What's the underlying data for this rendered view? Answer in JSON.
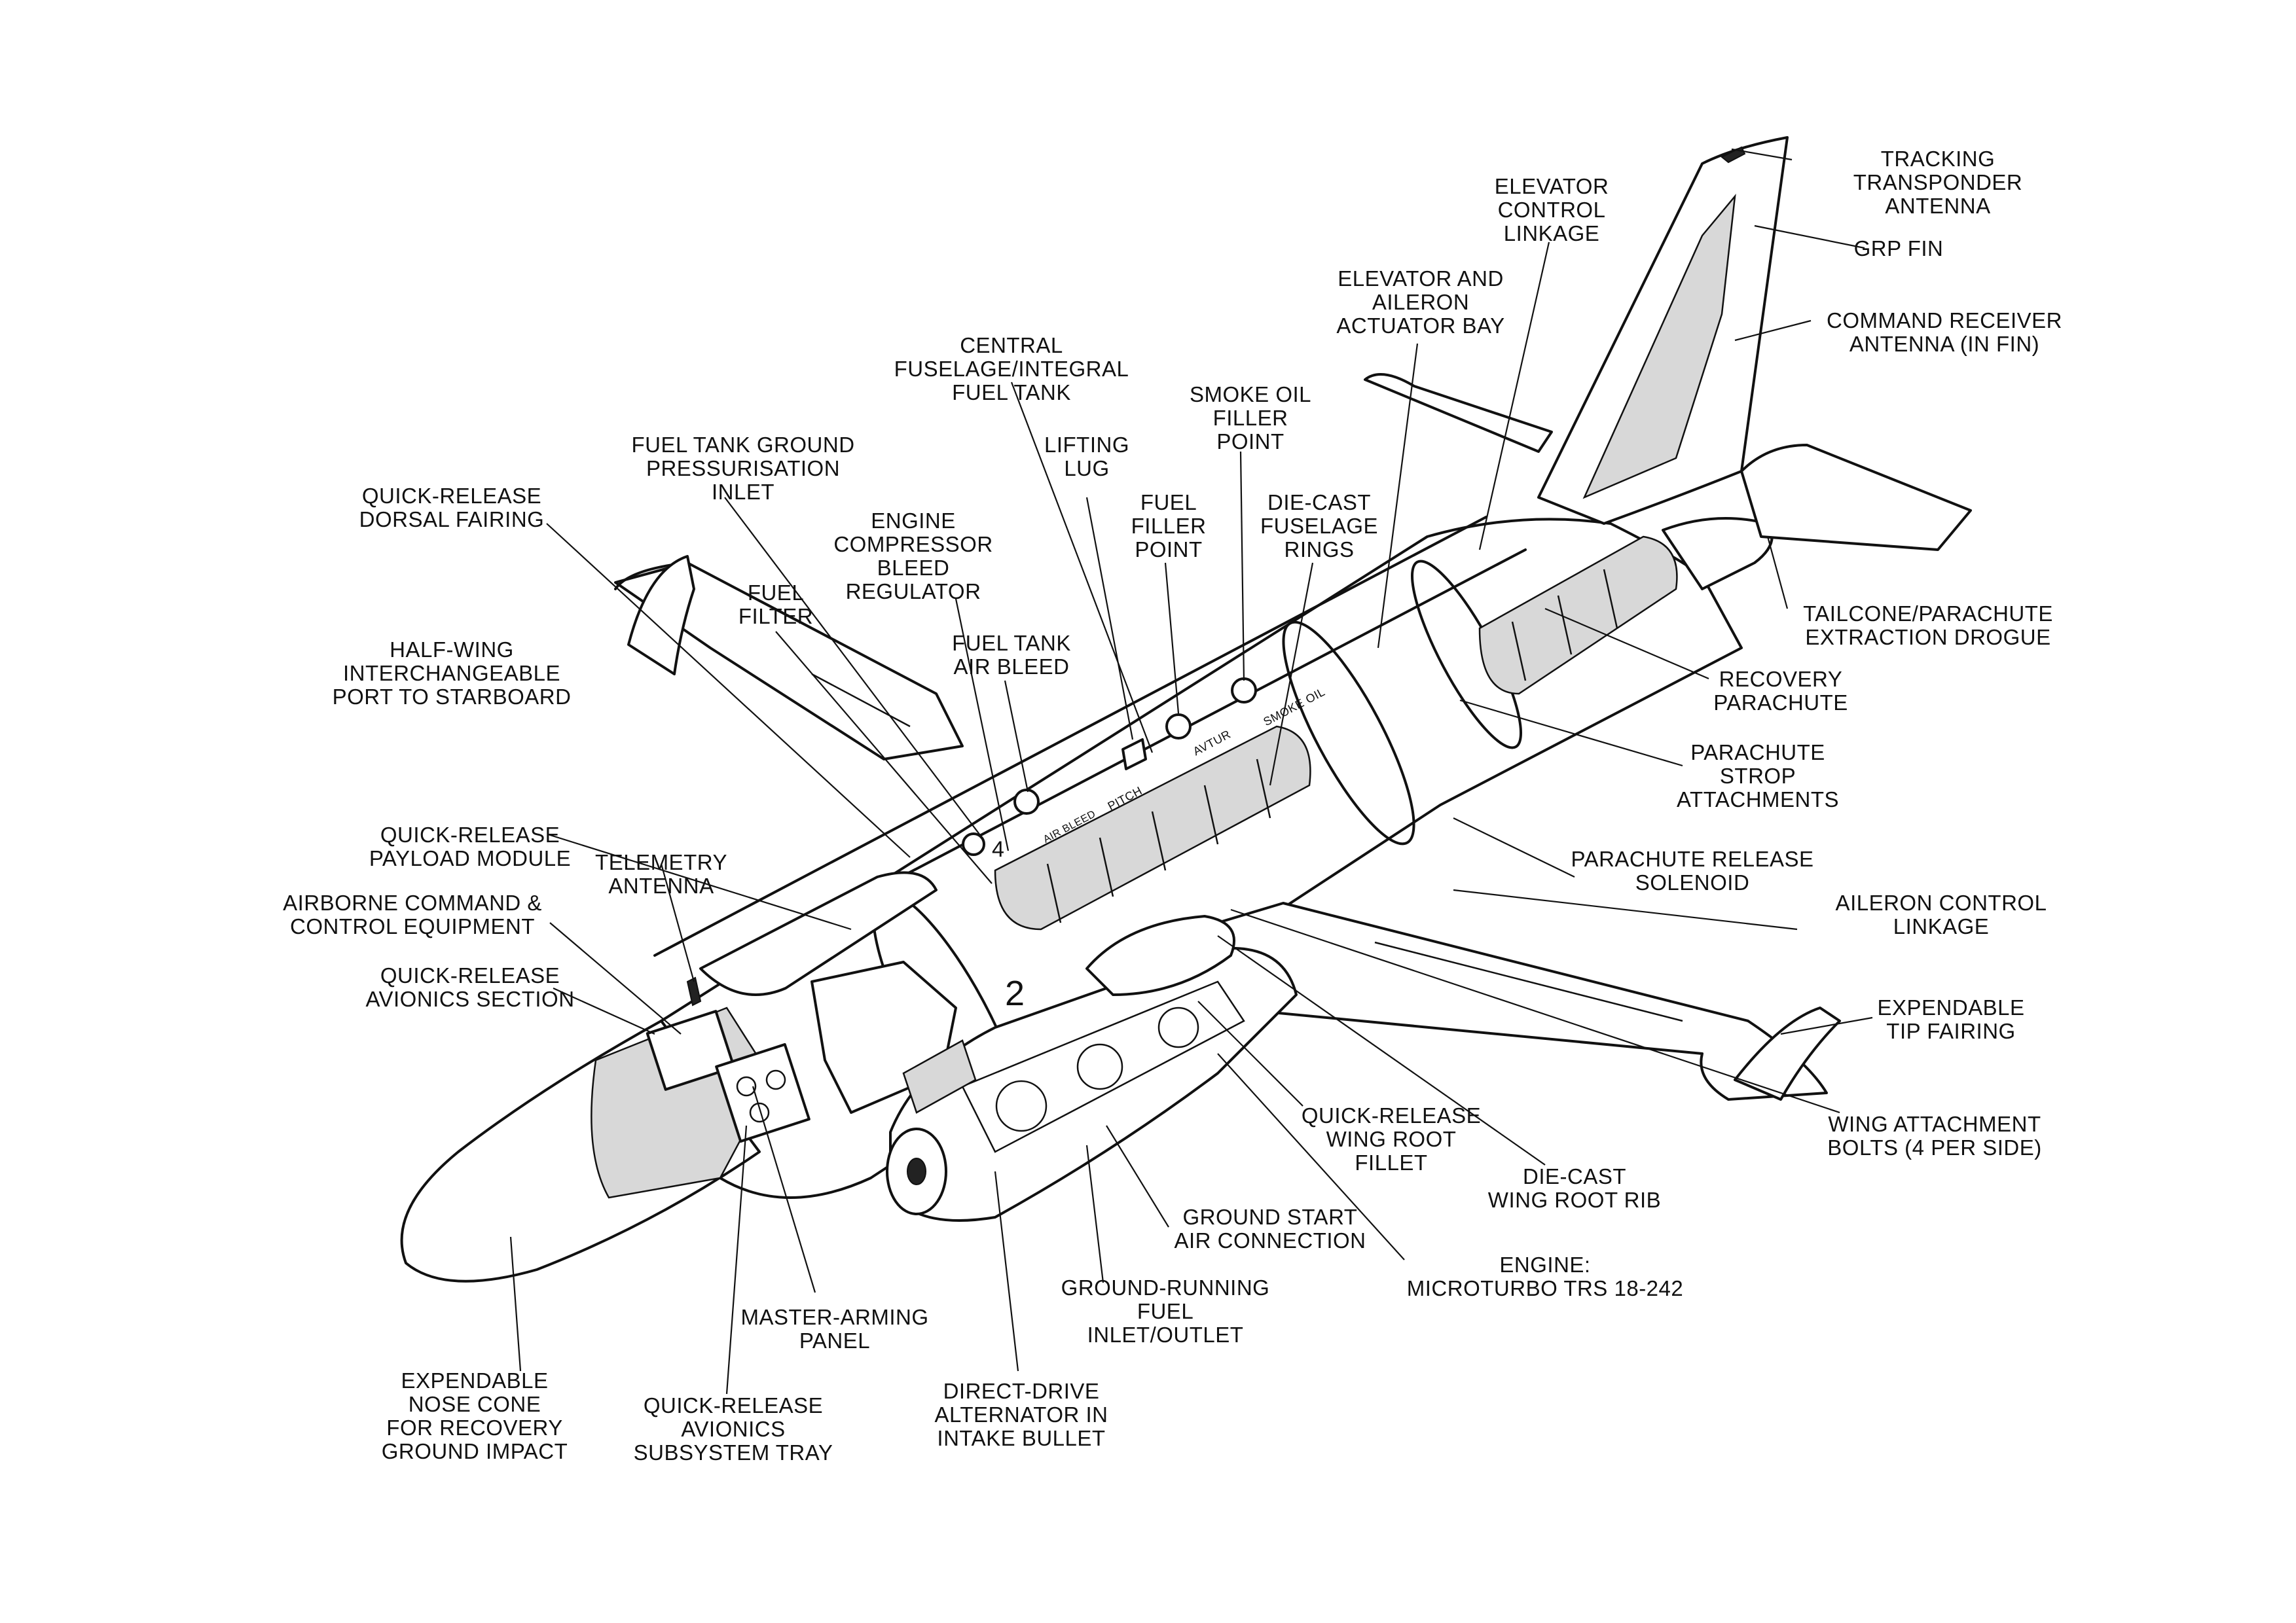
{
  "labels": {
    "tracking_transponder_antenna": [
      "TRACKING",
      "TRANSPONDER",
      "ANTENNA"
    ],
    "grp_fin": [
      "GRP FIN"
    ],
    "command_receiver_antenna": [
      "COMMAND RECEIVER",
      "ANTENNA (IN FIN)"
    ],
    "elevator_control_linkage": [
      "ELEVATOR",
      "CONTROL",
      "LINKAGE"
    ],
    "elevator_aileron_actuator_bay": [
      "ELEVATOR AND",
      "AILERON",
      "ACTUATOR BAY"
    ],
    "central_fuselage_fuel_tank": [
      "CENTRAL",
      "FUSELAGE/INTEGRAL",
      "FUEL TANK"
    ],
    "smoke_oil_filler_point": [
      "SMOKE OIL",
      "FILLER",
      "POINT"
    ],
    "fuel_tank_ground_pressurisation_inlet": [
      "FUEL TANK GROUND",
      "PRESSURISATION",
      "INLET"
    ],
    "lifting_lug": [
      "LIFTING",
      "LUG"
    ],
    "fuel_filler_point": [
      "FUEL",
      "FILLER",
      "POINT"
    ],
    "die_cast_fuselage_rings": [
      "DIE-CAST",
      "FUSELAGE",
      "RINGS"
    ],
    "quick_release_dorsal_fairing": [
      "QUICK-RELEASE",
      "DORSAL FAIRING"
    ],
    "engine_compressor_bleed_regulator": [
      "ENGINE",
      "COMPRESSOR",
      "BLEED",
      "REGULATOR"
    ],
    "fuel_filter": [
      "FUEL",
      "FILTER"
    ],
    "fuel_tank_air_bleed": [
      "FUEL TANK",
      "AIR BLEED"
    ],
    "tailcone_parachute_extraction_drogue": [
      "TAILCONE/PARACHUTE",
      "EXTRACTION DROGUE"
    ],
    "half_wing_interchangeable": [
      "HALF-WING",
      "INTERCHANGEABLE",
      "PORT TO STARBOARD"
    ],
    "recovery_parachute": [
      "RECOVERY",
      "PARACHUTE"
    ],
    "parachute_strop_attachments": [
      "PARACHUTE",
      "STROP",
      "ATTACHMENTS"
    ],
    "quick_release_payload_module": [
      "QUICK-RELEASE",
      "PAYLOAD MODULE"
    ],
    "telemetry_antenna": [
      "TELEMETRY",
      "ANTENNA"
    ],
    "parachute_release_solenoid": [
      "PARACHUTE RELEASE",
      "SOLENOID"
    ],
    "airborne_command_control_equipment": [
      "AIRBORNE COMMAND &",
      "CONTROL EQUIPMENT"
    ],
    "aileron_control_linkage": [
      "AILERON CONTROL",
      "LINKAGE"
    ],
    "quick_release_avionics_section": [
      "QUICK-RELEASE",
      "AVIONICS SECTION"
    ],
    "expendable_tip_fairing": [
      "EXPENDABLE",
      "TIP FAIRING"
    ],
    "quick_release_wing_root_fillet": [
      "QUICK-RELEASE",
      "WING ROOT",
      "FILLET"
    ],
    "wing_attachment_bolts": [
      "WING ATTACHMENT",
      "BOLTS (4 PER SIDE)"
    ],
    "die_cast_wing_root_rib": [
      "DIE-CAST",
      "WING ROOT RIB"
    ],
    "ground_start_air_connection": [
      "GROUND START",
      "AIR CONNECTION"
    ],
    "engine": [
      "ENGINE:",
      "MICROTURBO TRS 18-242"
    ],
    "ground_running_fuel_inlet_outlet": [
      "GROUND-RUNNING",
      "FUEL",
      "INLET/OUTLET"
    ],
    "master_arming_panel": [
      "MASTER-ARMING",
      "PANEL"
    ],
    "direct_drive_alternator": [
      "DIRECT-DRIVE",
      "ALTERNATOR IN",
      "INTAKE BULLET"
    ],
    "expendable_nose_cone": [
      "EXPENDABLE",
      "NOSE CONE",
      "FOR RECOVERY",
      "GROUND IMPACT"
    ],
    "quick_release_avionics_subsystem_tray": [
      "QUICK-RELEASE",
      "AVIONICS",
      "SUBSYSTEM TRAY"
    ]
  },
  "markings": {
    "smoke_oil": "SMOKE OIL",
    "avtur": "AVTUR",
    "pitch": "PITCH",
    "air_bleed": "AIR BLEED",
    "numeral_2": "2",
    "numeral_4": "4"
  }
}
